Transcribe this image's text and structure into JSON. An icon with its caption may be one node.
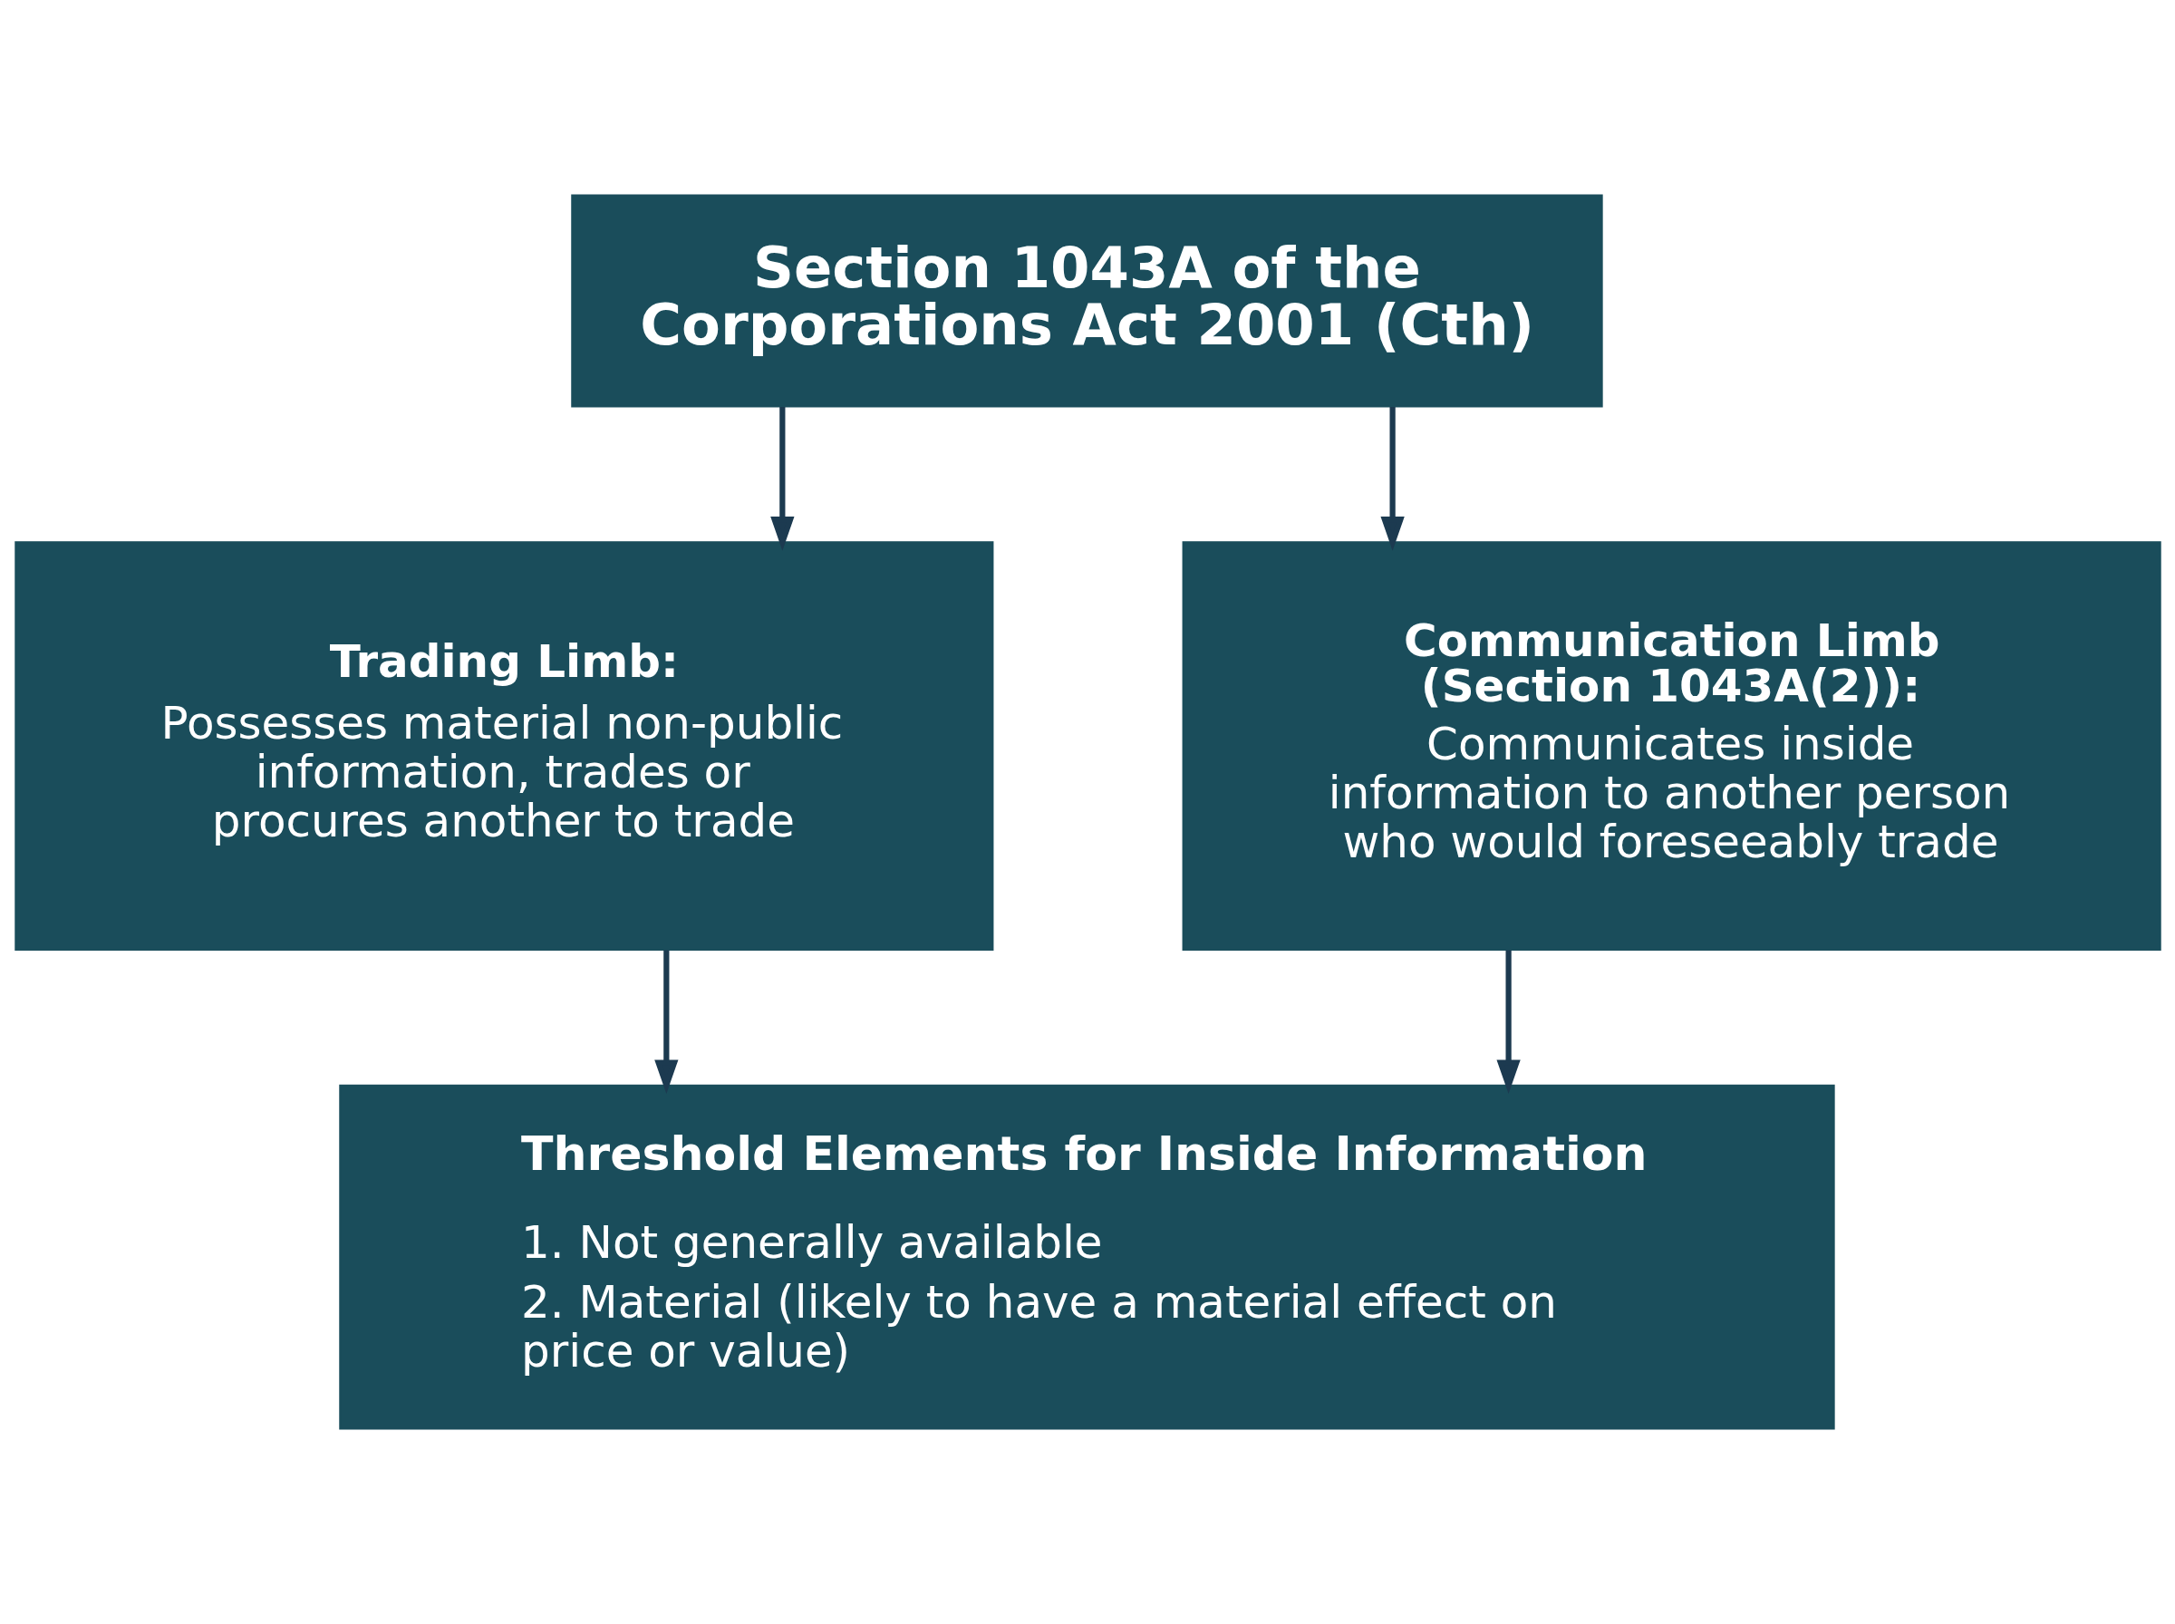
{
  "diagram": {
    "nodes": [
      {
        "text": [
          "Section 1043A of the Corporations Act 2001 (Cth)"
        ]
      },
      {
        "text": [
          "Trading Limb:",
          "Possesses material non-public information, trades or procures another to trade"
        ]
      },
      {
        "text": [
          "Communication Limb (Section 1043A(2)):",
          "Communicates inside information to another person who would foreseeably trade"
        ]
      },
      {
        "text": [
          "Threshold Elements for Inside Information",
          "1. Not generally available",
          "2. Material (likely to have a material effect on price or value)"
        ]
      }
    ],
    "edges": [
      {
        "from": 0,
        "to": 1,
        "arrow": "to"
      },
      {
        "from": 0,
        "to": 2,
        "arrow": "to"
      },
      {
        "from": 1,
        "to": 3,
        "arrow": "to"
      },
      {
        "from": 2,
        "to": 3,
        "arrow": "to"
      }
    ]
  }
}
